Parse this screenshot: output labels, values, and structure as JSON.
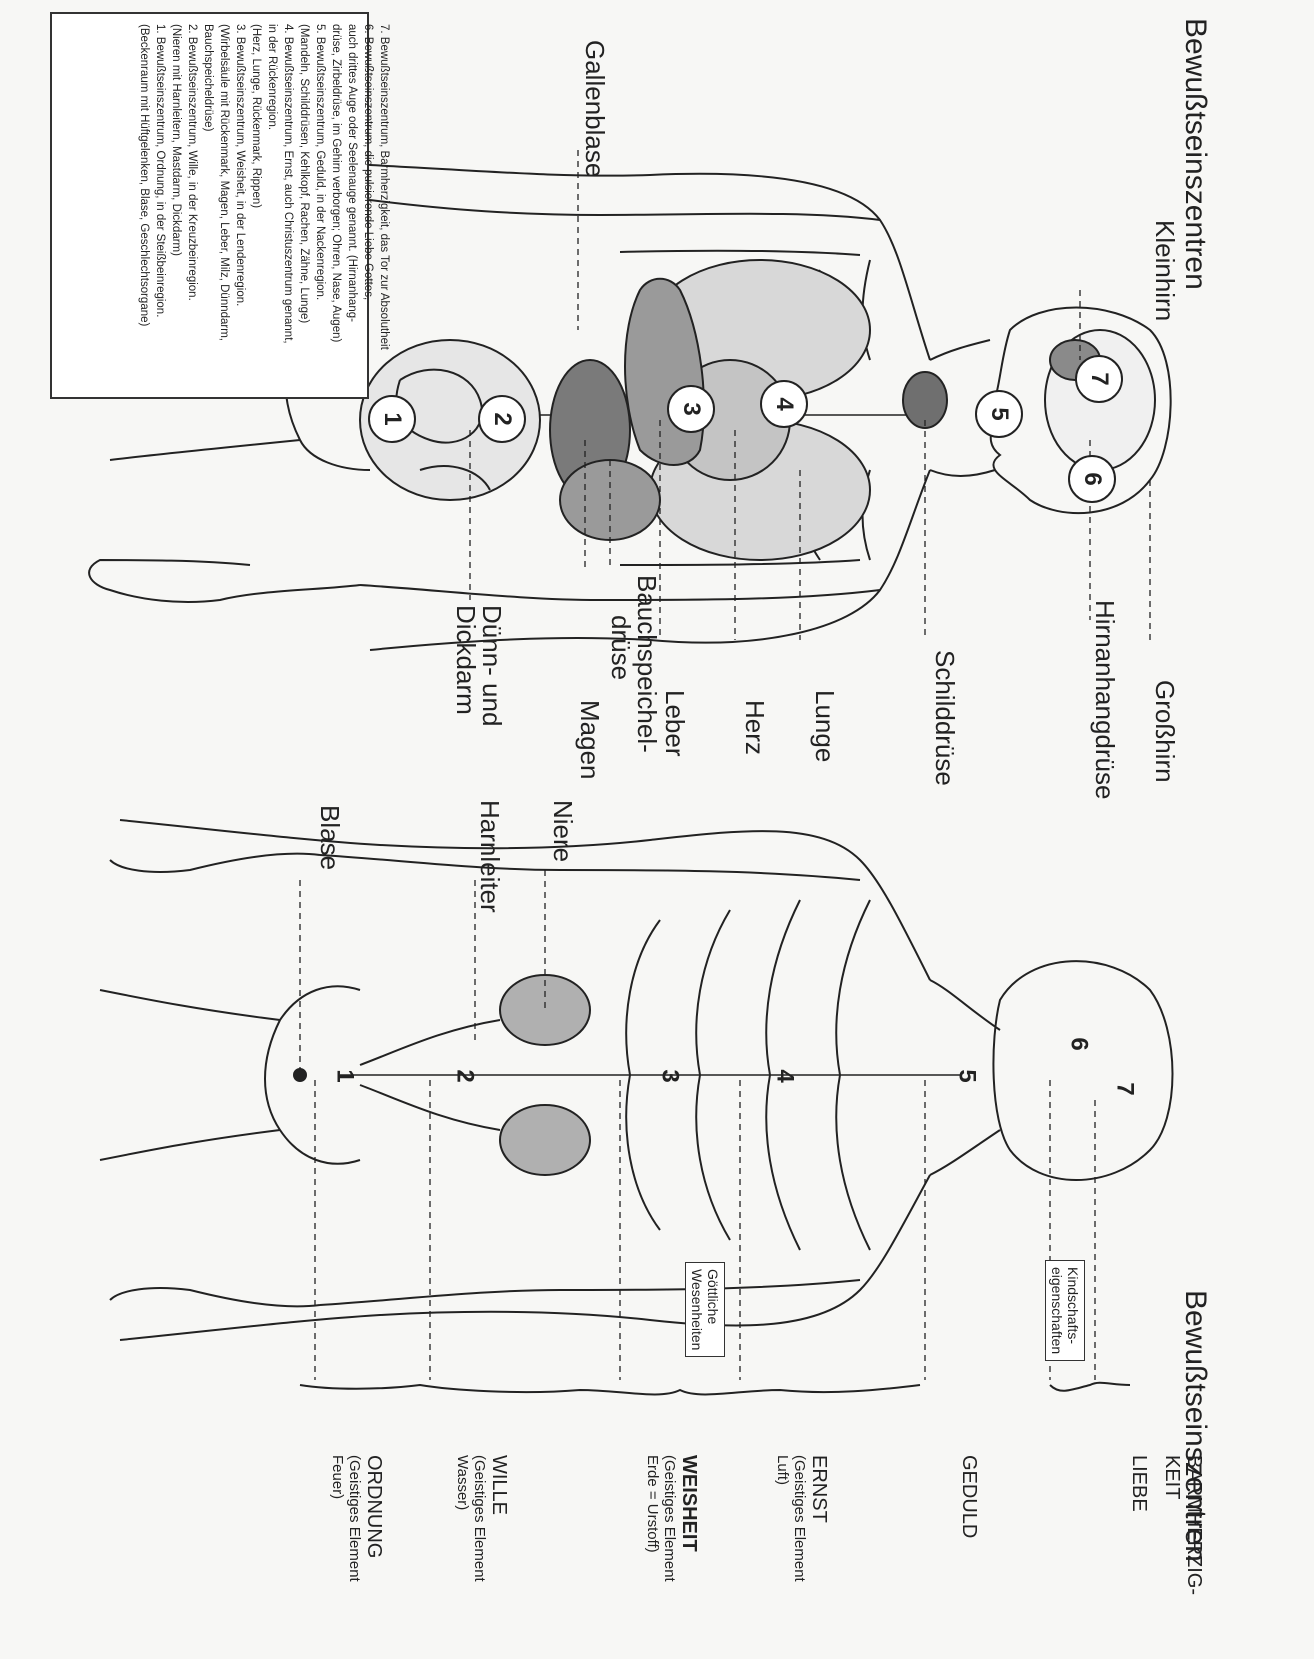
{
  "titles": {
    "top": "Bewußtseinszentren",
    "bottom": "Bewußtseinszentren"
  },
  "legend": [
    "7. Bewußtseinszentrum, Barmherzigkeit, das Tor zur Absolutheit",
    "6. Bewußtseinszentrum, die pulsierende Liebe Gottes,",
    "auch drittes Auge oder Seelenauge genannt. (Hirnanhang-",
    "drüse, Zirbeldrüse, im Gehirn verborgen; Ohren, Nase, Augen)",
    "5. Bewußtseinszentrum, Geduld, in der Nackenregion.",
    "(Mandeln, Schilddrüsen, Kehlkopf, Rachen, Zähne, Lunge)",
    "4. Bewußtseinszentrum, Ernst, auch Christuszentrum genannt,",
    "in der Rückenregion.",
    "(Herz, Lunge, Rückenmark, Rippen)",
    "3. Bewußtseinszentrum, Weisheit, in der Lendenregion.",
    "(Wirbelsäule mit Rückenmark, Magen, Leber, Milz, Dünndarm,",
    "Bauchspeicheldrüse)",
    "2. Bewußtseinszentrum, Wille, in der Kreuzbeinregion.",
    "(Nieren mit Harnleitern, Mastdarm, Dickdarm)",
    "1. Bewußtseinszentrum, Ordnung, in der Steißbeinregion.",
    "(Beckenraum mit Hüftgelenken, Blase, Geschlechtsorgane)"
  ],
  "organs_top": {
    "kleinhirn": "Kleinhirn",
    "gallenblase": "Gallenblase",
    "grosshirn": "Großhirn",
    "hirnanhangdruese": "Hirnanhangdrüse",
    "schilddruese": "Schilddrüse",
    "lunge": "Lunge",
    "herz": "Herz",
    "leber": "Leber",
    "bauchspeichel": "Bauchspeichel-",
    "druese": "drüse",
    "magen": "Magen",
    "duenn": "Dünn- und",
    "dickdarm": "Dickdarm"
  },
  "organs_bottom": {
    "niere": "Niere",
    "harnleiter": "Harnleiter",
    "blase": "Blase"
  },
  "numbers": [
    "1",
    "2",
    "3",
    "4",
    "5",
    "6",
    "7"
  ],
  "traits": {
    "barmherzigkeit_1": "BARMHERZIG-",
    "barmherzigkeit_2": "KEIT",
    "liebe": "LIEBE",
    "geduld": "GEDULD",
    "ernst": "ERNST",
    "ernst_sub_1": "(Geistiges Element",
    "ernst_sub_2": "Luft)",
    "weisheit": "WEISHEIT",
    "weisheit_sub_1": "(Geistiges Element",
    "weisheit_sub_2": "Erde = Urstoff)",
    "wille": "WILLE",
    "wille_sub_1": "(Geistiges Element",
    "wille_sub_2": "Wasser)",
    "ordnung": "ORDNUNG",
    "ordnung_sub_1": "(Geistiges Element",
    "ordnung_sub_2": "Feuer)"
  },
  "boxes": {
    "kindschaft_1": "Kindschafts-",
    "kindschaft_2": "eigenschaften",
    "goettlich_1": "Göttliche",
    "goettlich_2": "Wesenheiten"
  },
  "colors": {
    "ink": "#222222",
    "paper": "#f7f7f5",
    "organ_fill": "#9a9a9a",
    "organ_dark": "#6f6f6f"
  }
}
